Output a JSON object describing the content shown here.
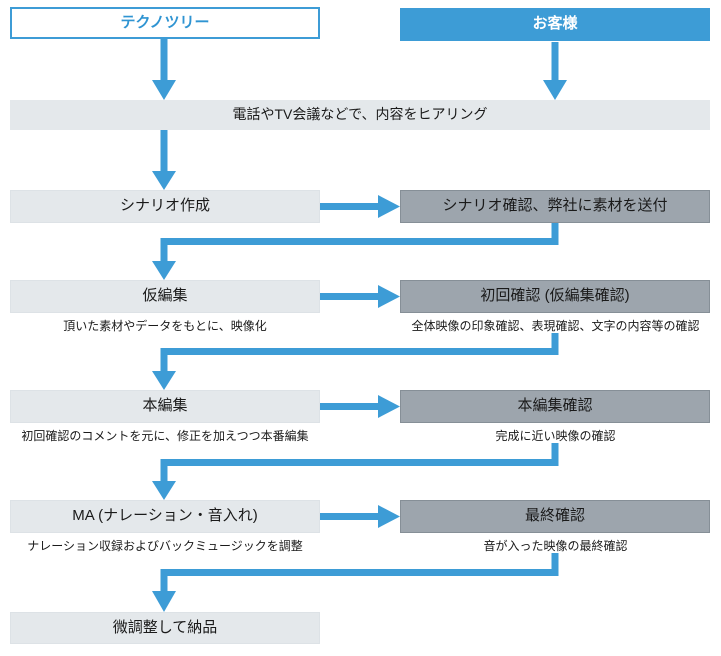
{
  "colors": {
    "accent_blue": "#3d9cd6",
    "right_box_gray": "#9da5ad",
    "left_box_gray": "#e4e8eb",
    "text": "#1a1a1a",
    "header_right_text": "#ffffff"
  },
  "header": {
    "left": "テクノツリー",
    "right": "お客様"
  },
  "banner": {
    "text": "電話やTV会議などで、内容をヒアリング"
  },
  "rows": [
    {
      "left": {
        "label": "シナリオ作成"
      },
      "right": {
        "label": "シナリオ確認、弊社に素材を送付"
      }
    },
    {
      "left": {
        "label": "仮編集",
        "caption": "頂いた素材やデータをもとに、映像化"
      },
      "right": {
        "label": "初回確認 (仮編集確認)",
        "caption": "全体映像の印象確認、表現確認、文字の内容等の確認"
      }
    },
    {
      "left": {
        "label": "本編集",
        "caption": "初回確認のコメントを元に、修正を加えつつ本番編集"
      },
      "right": {
        "label": "本編集確認",
        "caption": "完成に近い映像の確認"
      }
    },
    {
      "left": {
        "label": "MA (ナレーション・音入れ)",
        "caption": "ナレーション収録およびバックミュージックを調整"
      },
      "right": {
        "label": "最終確認",
        "caption": "音が入った映像の最終確認"
      }
    }
  ],
  "final": {
    "label": "微調整して納品"
  }
}
